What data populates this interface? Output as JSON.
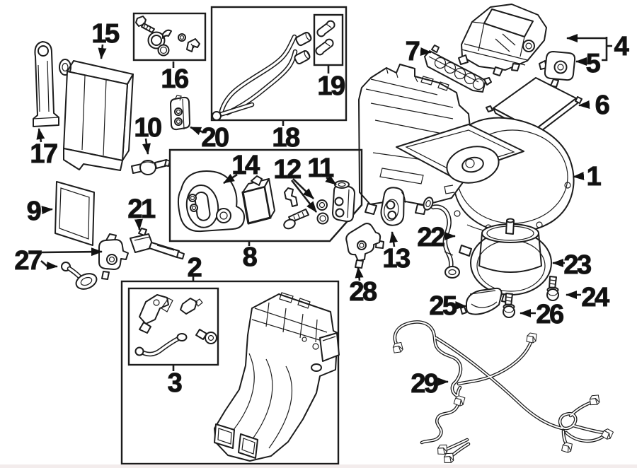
{
  "diagram": {
    "background": "#ffffff",
    "line_color": "#1c1c1c",
    "label_color": "#111111",
    "bottom_edge_color": "#f3ecec",
    "callouts": [
      {
        "number": "1"
      },
      {
        "number": "2"
      },
      {
        "number": "3"
      },
      {
        "number": "4"
      },
      {
        "number": "5"
      },
      {
        "number": "6"
      },
      {
        "number": "7"
      },
      {
        "number": "8"
      },
      {
        "number": "9"
      },
      {
        "number": "10"
      },
      {
        "number": "11"
      },
      {
        "number": "12"
      },
      {
        "number": "13"
      },
      {
        "number": "14"
      },
      {
        "number": "15"
      },
      {
        "number": "16"
      },
      {
        "number": "17"
      },
      {
        "number": "18"
      },
      {
        "number": "19"
      },
      {
        "number": "20"
      },
      {
        "number": "21"
      },
      {
        "number": "22"
      },
      {
        "number": "23"
      },
      {
        "number": "24"
      },
      {
        "number": "25"
      },
      {
        "number": "26"
      },
      {
        "number": "27"
      },
      {
        "number": "28"
      },
      {
        "number": "29"
      }
    ]
  }
}
